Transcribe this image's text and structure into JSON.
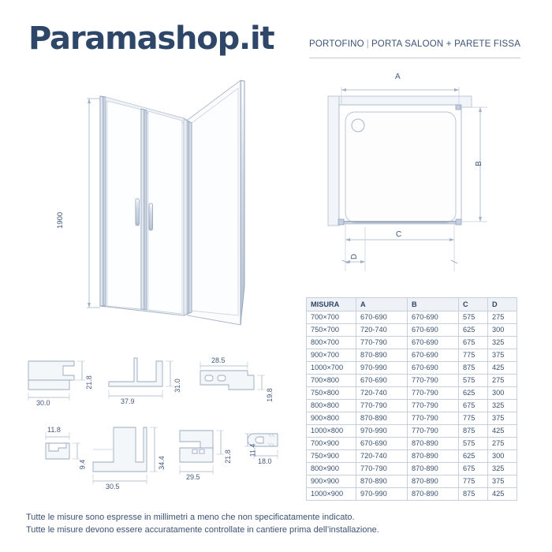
{
  "header": {
    "logo": "Paramashop.it",
    "subtitle_left": "PORTOFINO",
    "subtitle_sep": "|",
    "subtitle_right": "PORTA SALOON + PARETE FISSA"
  },
  "drawing_3d": {
    "name": "shower-enclosure-isometric",
    "height_label": "1900"
  },
  "drawing_plan": {
    "name": "shower-tray-plan-view",
    "label_a": "A",
    "label_b": "B",
    "label_c": "C",
    "label_d": "D"
  },
  "profiles": [
    {
      "name": "profile-wall-u",
      "width": "30.0",
      "height": "21.8"
    },
    {
      "name": "profile-angle-l",
      "width": "37.9",
      "height": "31.0"
    },
    {
      "name": "profile-magnet-strip",
      "width": "28.5",
      "height": "19.8"
    },
    {
      "name": "profile-small-clip",
      "width": "11.8",
      "height": "9.4"
    },
    {
      "name": "profile-corner-bracket",
      "width": "30.5",
      "height": "34.4"
    },
    {
      "name": "profile-glazing-channel",
      "width": "29.5",
      "height": "21.8"
    },
    {
      "name": "profile-seal-bulb",
      "width": "18.0",
      "height": "11.4"
    }
  ],
  "table": {
    "columns": [
      "MISURA",
      "A",
      "B",
      "C",
      "D"
    ],
    "rows": [
      [
        "700×700",
        "670-690",
        "670-690",
        "575",
        "275"
      ],
      [
        "750×700",
        "720-740",
        "670-690",
        "625",
        "300"
      ],
      [
        "800×700",
        "770-790",
        "670-690",
        "675",
        "325"
      ],
      [
        "900×700",
        "870-890",
        "670-690",
        "775",
        "375"
      ],
      [
        "1000×700",
        "970-990",
        "670-690",
        "875",
        "425"
      ],
      [
        "700×800",
        "670-690",
        "770-790",
        "575",
        "275"
      ],
      [
        "750×800",
        "720-740",
        "770-790",
        "625",
        "300"
      ],
      [
        "800×800",
        "770-790",
        "770-790",
        "675",
        "325"
      ],
      [
        "900×800",
        "870-890",
        "770-790",
        "775",
        "375"
      ],
      [
        "1000×800",
        "970-990",
        "770-790",
        "875",
        "425"
      ],
      [
        "700×900",
        "670-690",
        "870-890",
        "575",
        "275"
      ],
      [
        "750×900",
        "720-740",
        "870-890",
        "625",
        "300"
      ],
      [
        "800×900",
        "770-790",
        "870-890",
        "675",
        "325"
      ],
      [
        "900×900",
        "870-890",
        "870-890",
        "775",
        "375"
      ],
      [
        "1000×900",
        "970-990",
        "870-890",
        "875",
        "425"
      ]
    ]
  },
  "footer": {
    "line1": "Tutte le misure sono espresse in millimetri a meno che non specificatamente indicato.",
    "line2": "Tutte le misure devono essere accuratamente controllate in cantiere prima dell’installazione."
  },
  "colors": {
    "brand_navy": "#2e4668",
    "text_blue": "#3c5277",
    "line_blue": "#9fb0c6",
    "table_header_bg": "#eef1f6",
    "table_border": "#c6d0de"
  }
}
